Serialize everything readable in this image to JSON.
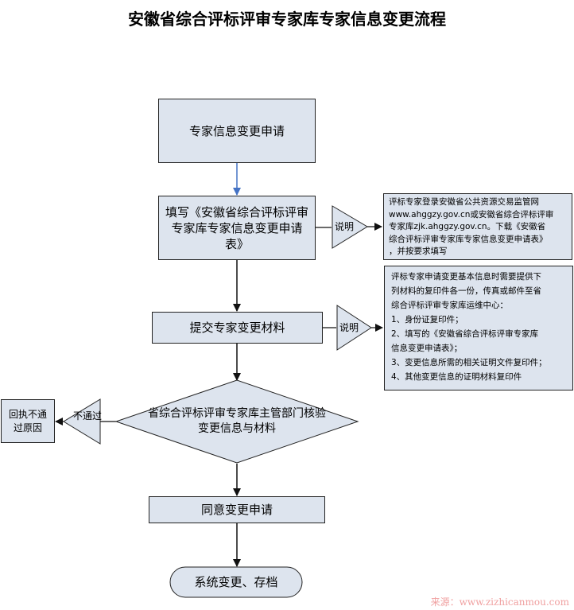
{
  "title": "安徽省综合评标评审专家库专家信息变更流程",
  "steps": {
    "apply": "专家信息变更申请",
    "fill": "填写《安徽省综合评标评审专家库专家信息变更申请表》",
    "submit": "提交专家变更材料",
    "review": "省综合评标评审专家库主管部门核验变更信息与材料",
    "agree": "同意变更申请",
    "archive": "系统变更、存档"
  },
  "notes": {
    "label_1": "说明",
    "text_1": [
      "评标专家登录安徽省公共资源交易监管网",
      "www.ahggzy.gov.cn或安徽省综合评标评审",
      "专家库zjk.ahggzy.gov.cn。下载《安徽省",
      "综合评标评审专家库专家信息变更申请表》",
      "，并按要求填写"
    ],
    "label_2": "说明",
    "text_2": [
      "评标专家申请变更基本信息时需要提供下",
      "列材料的复印件各一份，传真或邮件至省",
      "综合评标评审专家库运维中心：",
      "1、身份证复印件；",
      "2、填写的《安徽省综合评标评审专家库",
      "信息变更申请表》；",
      "3、变更信息所需的相关证明文件复印件；",
      "4、其他变更信息的证明材料复印件"
    ]
  },
  "reject": {
    "label": "不通过",
    "result": "回执不通过原因"
  },
  "footer": "来源：www.zizhicanmou.com"
}
